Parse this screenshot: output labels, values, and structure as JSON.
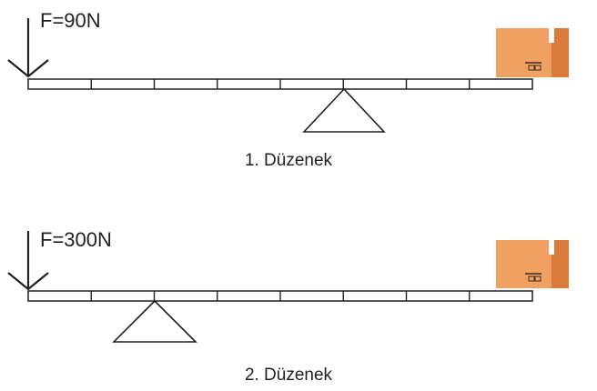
{
  "setups": [
    {
      "force_label": "F=90N",
      "caption": "1. Düzenek",
      "fulcrum_segment": 5,
      "segments": 8
    },
    {
      "force_label": "F=300N",
      "caption": "2. Düzenek",
      "fulcrum_segment": 2,
      "segments": 8
    }
  ],
  "colors": {
    "stroke": "#231f20",
    "box_front": "#f0a060",
    "box_side": "#d97a3a",
    "box_mark": "#3a2a20"
  },
  "icons": [
    "down-arrow-icon",
    "cardboard-box-icon",
    "fulcrum-triangle-icon"
  ]
}
